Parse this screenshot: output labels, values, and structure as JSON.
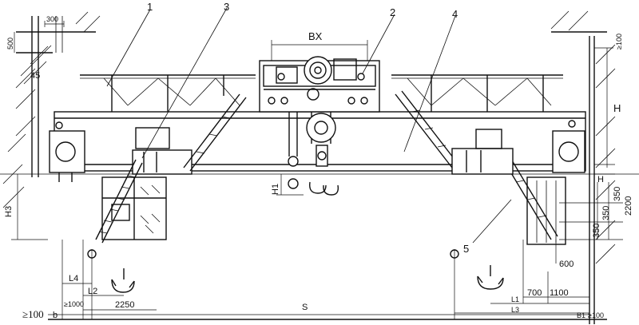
{
  "part_labels": {
    "p1": "1",
    "p2": "2",
    "p3": "3",
    "p4": "4",
    "p5": "5"
  },
  "dimensions": {
    "d300": "300",
    "d500": "500",
    "d45": "45",
    "bx": "BX",
    "ge100_top": "≥100",
    "h": "H",
    "h1": "H1",
    "h_small": "H",
    "h3": "H3",
    "d350a": "350",
    "d350b": "350",
    "d350c": "350",
    "d2200": "2200",
    "d600": "600",
    "l4": "L4",
    "l2": "L2",
    "ge1000": "≥1000",
    "d2250": "2250",
    "s": "S",
    "d700": "700",
    "d1100": "1100",
    "l1": "L1",
    "l3": "L3",
    "ge100_left": "≥100",
    "b": "b",
    "b1": "B1",
    "ge100_right": "≥100"
  }
}
